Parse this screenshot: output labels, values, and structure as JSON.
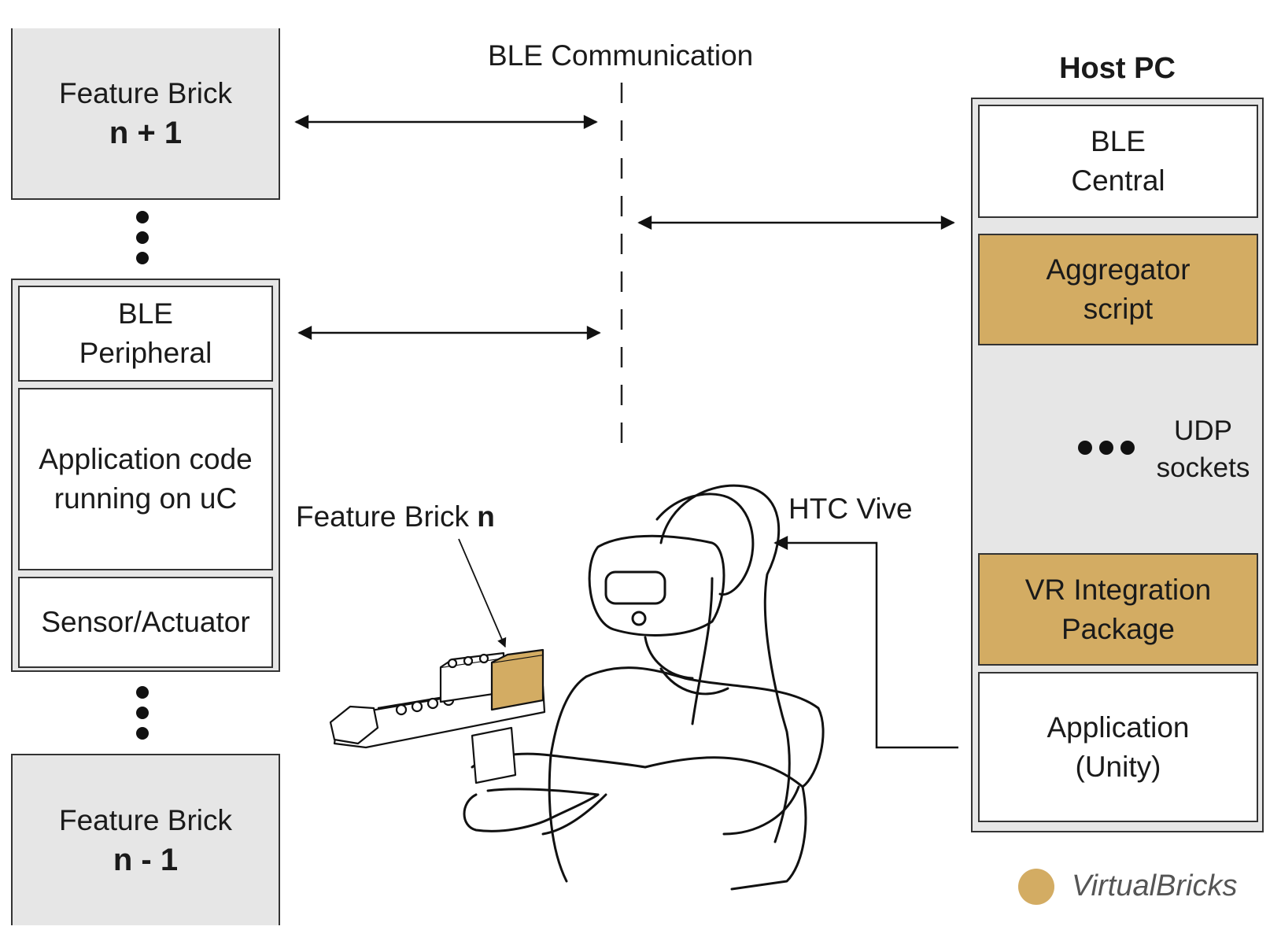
{
  "diagram": {
    "brick_top": {
      "title": "Feature Brick",
      "index": "n + 1"
    },
    "brick_bottom": {
      "title": "Feature Brick",
      "index": "n - 1"
    },
    "brick_n": {
      "ble": [
        "BLE",
        "Peripheral"
      ],
      "app": [
        "Application code",
        "running on uC"
      ],
      "sensor": "Sensor/Actuator"
    },
    "ble_comm_label": "BLE Communication",
    "host": {
      "title": "Host PC",
      "ble_central": [
        "BLE",
        "Central"
      ],
      "aggregator": [
        "Aggregator",
        "script"
      ],
      "udp": [
        "UDP",
        "sockets"
      ],
      "vr_package": [
        "VR Integration",
        "Package"
      ],
      "application": [
        "Application",
        "(Unity)"
      ]
    },
    "feature_brick_n_label": {
      "prefix": "Feature Brick ",
      "bold": "n"
    },
    "htc_label": "HTC Vive",
    "legend": {
      "label": "VirtualBricks",
      "color": "#d3ac63"
    },
    "colors": {
      "gold": "#d3ac63",
      "gray": "#e6e6e6"
    }
  }
}
